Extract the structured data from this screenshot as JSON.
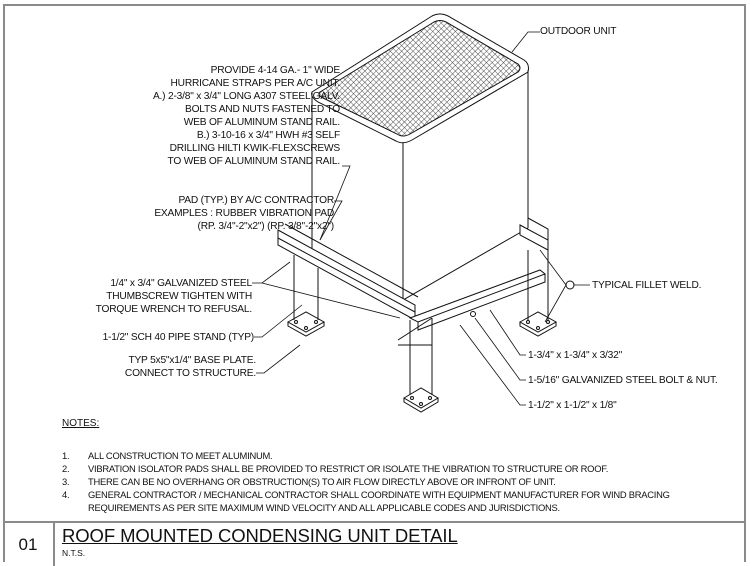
{
  "callouts": {
    "outdoor_unit": "OUTDOOR UNIT",
    "straps": [
      "PROVIDE 4-14 GA.- 1\" WIDE",
      "HURRICANE STRAPS PER A/C UNIT.",
      "A.) 2-3/8\" x 3/4\" LONG A307 STEEL GALV.",
      "BOLTS AND NUTS FASTENED TO",
      "WEB OF ALUMINUM STAND RAIL.",
      "B.) 3-10-16 x 3/4\" HWH #3 SELF",
      "DRILLING HILTI KWIK-FLEXSCREWS",
      "TO WEB OF ALUMINUM STAND RAIL."
    ],
    "pad": [
      "PAD (TYP.) BY A/C CONTRACTOR",
      "EXAMPLES : RUBBER VIBRATION PAD",
      "(RP. 3/4\"-2\"x2\") (RP. 3/8\"-2\"x2\")"
    ],
    "thumbscrew": [
      "1/4\" x 3/4\" GALVANIZED STEEL",
      "THUMBSCREW TIGHTEN WITH",
      "TORQUE WRENCH TO REFUSAL."
    ],
    "pipe_stand": "1-1/2\" SCH 40 PIPE STAND (TYP)",
    "base_plate": [
      "TYP 5x5\"x1/4\" BASE PLATE.",
      "CONNECT TO STRUCTURE."
    ],
    "fillet_weld": "TYPICAL FILLET WELD.",
    "angle_large": "1-3/4\" x 1-3/4\" x 3/32\"",
    "bolt": "1-5/16\" GALVANIZED STEEL BOLT & NUT.",
    "angle_small": "1-1/2\" x 1-1/2\" x 1/8\""
  },
  "notes": {
    "heading": "NOTES:",
    "items": [
      {
        "num": "1.",
        "text": "ALL CONSTRUCTION TO MEET ALUMINUM."
      },
      {
        "num": "2.",
        "text": "VIBRATION ISOLATOR PADS SHALL BE PROVIDED TO RESTRICT OR ISOLATE THE VIBRATION TO STRUCTURE OR ROOF."
      },
      {
        "num": "3.",
        "text": "THERE CAN BE NO OVERHANG OR OBSTRUCTION(S) TO AIR FLOW DIRECTLY ABOVE OR INFRONT OF UNIT."
      },
      {
        "num": "4.",
        "text": "GENERAL CONTRACTOR / MECHANICAL CONTRACTOR SHALL COORDINATE WITH EQUIPMENT MANUFACTURER FOR WIND BRACING",
        "text2": "REQUIREMENTS AS PER SITE MAXIMUM WIND VELOCITY AND ALL APPLICABLE CODES AND JURISDICTIONS."
      }
    ]
  },
  "title_block": {
    "number": "01",
    "title": "ROOF MOUNTED CONDENSING UNIT DETAIL",
    "scale": "N.T.S."
  }
}
